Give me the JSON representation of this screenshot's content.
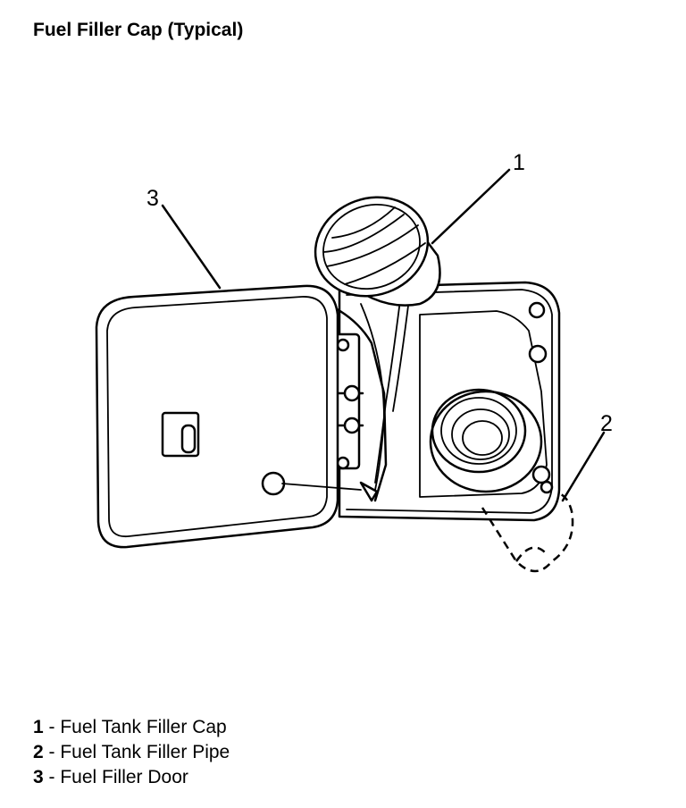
{
  "title": "Fuel Filler Cap (Typical)",
  "callouts": [
    {
      "number": "1",
      "label": "Fuel Tank Filler Cap"
    },
    {
      "number": "2",
      "label": "Fuel Tank Filler Pipe"
    },
    {
      "number": "3",
      "label": "Fuel Filler Door"
    }
  ]
}
